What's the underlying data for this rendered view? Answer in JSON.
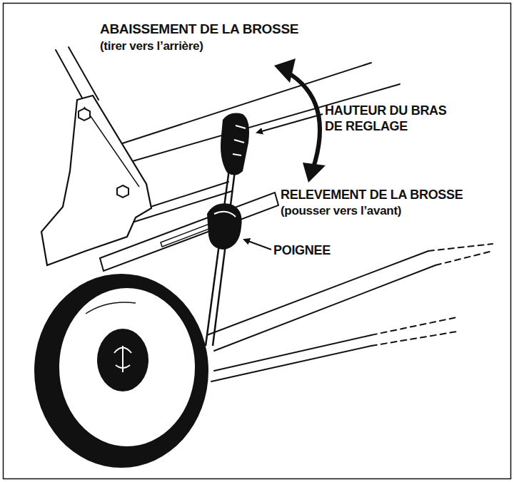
{
  "diagram": {
    "labels": [
      "ABAISSEMENT DE LA BROSSE",
      "(tirer vers l’arrière)",
      "HAUTEUR DU BRAS DE REGLAGE",
      "RELEVEMENT DE LA BROSSE",
      "(pousser vers l’avant)",
      "POIGNEE"
    ]
  }
}
